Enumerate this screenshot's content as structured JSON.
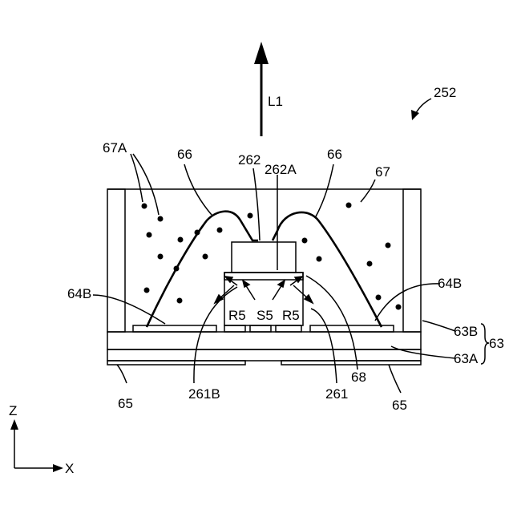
{
  "labels": {
    "device": "252",
    "light_dir": "L1",
    "phosphor_particles": "67A",
    "reflector_left": "66",
    "reflector_right": "66",
    "chip_top": "262",
    "chip_top_surface": "262A",
    "encapsulant": "67",
    "electrode_left": "64B",
    "electrode_right": "64B",
    "ray_left": "R5",
    "side_surface": "S5",
    "ray_right": "R5",
    "substrate_upper": "63B",
    "substrate": "63",
    "substrate_lower": "63A",
    "terminal_left": "65",
    "terminal_right": "65",
    "chip_bottom_surface": "261B",
    "chip_base": "261",
    "film": "68",
    "axis_z": "Z",
    "axis_x": "X"
  }
}
